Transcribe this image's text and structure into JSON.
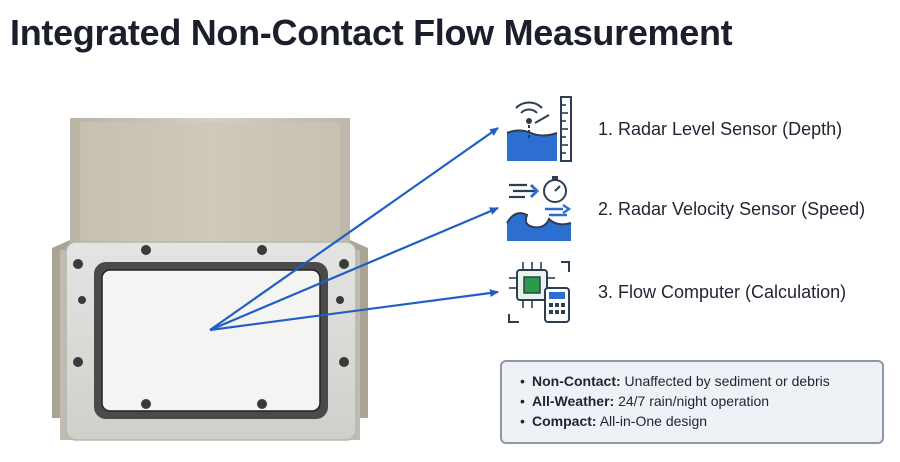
{
  "title": "Integrated Non-Contact Flow Measurement",
  "features": [
    {
      "label": "1. Radar Level Sensor (Depth)",
      "icon": "radar-level-icon"
    },
    {
      "label": "2. Radar Velocity Sensor (Speed)",
      "icon": "velocity-stopwatch-icon"
    },
    {
      "label": "3. Flow Computer (Calculation)",
      "icon": "flow-computer-icon"
    }
  ],
  "info_box": {
    "items": [
      {
        "term": "Non-Contact:",
        "desc": "Unaffected by sediment or debris"
      },
      {
        "term": "All-Weather:",
        "desc": "24/7 rain/night operation"
      },
      {
        "term": "Compact:",
        "desc": "All-in-One design"
      }
    ]
  },
  "colors": {
    "arrow": "#1f5fc4",
    "icon_blue": "#2d6fd1",
    "icon_dark": "#2c3e50",
    "device_metal": "#c8c3b4",
    "box_border": "#8d97a8"
  }
}
